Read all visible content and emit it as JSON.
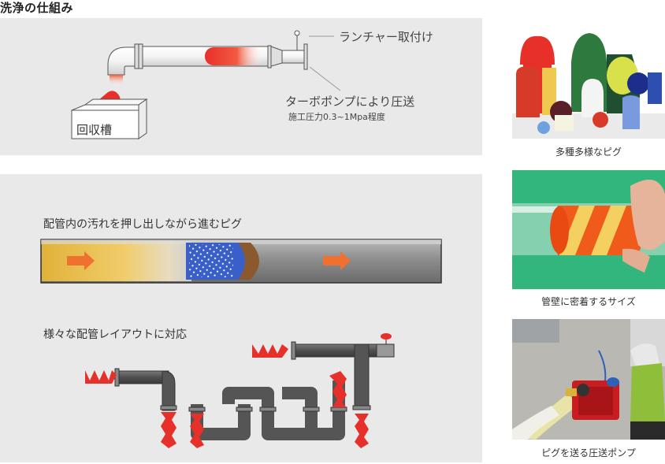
{
  "page_title": "洗浄の仕組み",
  "diagram1": {
    "launcher_label": "ランチャー取付け",
    "pump_label": "ターボポンプにより圧送",
    "pump_sub": "施工圧力0.3~1Mpa程度",
    "tank_label": "回収槽"
  },
  "diagram2": {
    "pipe_heading": "配管内の汚れを押し出しながら進むピグ",
    "layout_heading": "様々な配管レイアウトに対応"
  },
  "photos": [
    {
      "caption": "多種多様なピグ"
    },
    {
      "caption": "管壁に密着するサイズ"
    },
    {
      "caption": "ピグを送る圧送ポンプ"
    }
  ],
  "colors": {
    "panel_bg": "#e9e9e9",
    "pipe_dark": "#555555",
    "pig_red": "#e8302a",
    "dirt_brown": "#8a5a2e",
    "pig_blue": "#3a5fc8",
    "flow_orange": "#f07030"
  }
}
